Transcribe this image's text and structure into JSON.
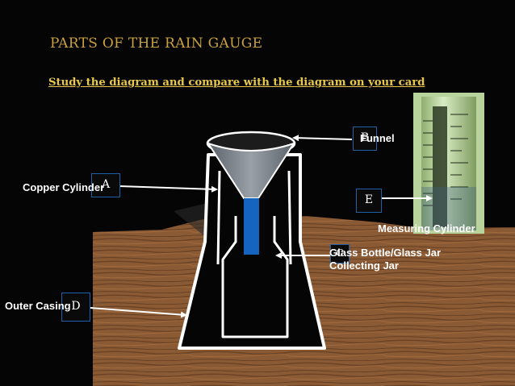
{
  "slide": {
    "title": "PARTS OF THE RAIN GAUGE",
    "subtitle": "Study the diagram and compare with the diagram on your card"
  },
  "parts": [
    {
      "letter": "A",
      "label": "Copper Cylinder"
    },
    {
      "letter": "B",
      "label": "Funnel"
    },
    {
      "letter": "C",
      "label": "Glass Bottle/Glass Jar Collecting Jar"
    },
    {
      "letter": "D",
      "label": "Outer Casing"
    },
    {
      "letter": "E",
      "label": "Measuring Cylinder"
    }
  ],
  "colors": {
    "background": "#050505",
    "title": "#c8a040",
    "subtitle": "#e8c84a",
    "label_box_border": "#1f5fa8",
    "soil": "#8a5a34",
    "funnel": "#7a7f86",
    "collecting_tube": "#1565c0"
  }
}
